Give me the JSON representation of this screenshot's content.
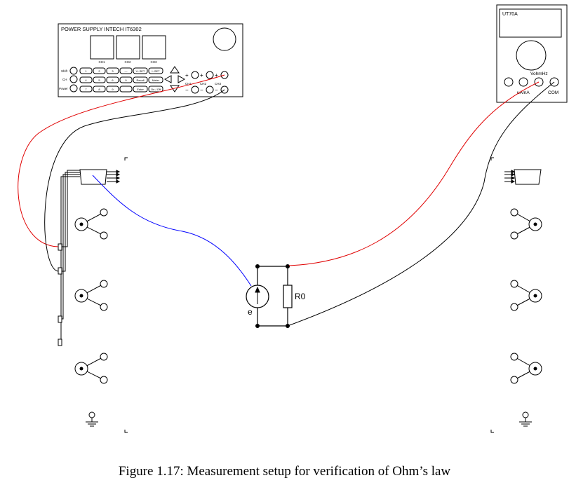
{
  "power_supply": {
    "title": "POWER SUPPLY INTECH IT6302",
    "display_labels": [
      "CH1",
      "CH2",
      "CH3"
    ],
    "side_labels": [
      "Shift",
      "CH",
      "Power"
    ],
    "keypad": [
      "1",
      "2",
      "3",
      "—",
      "4",
      "5",
      "6",
      "0",
      "7",
      "8",
      "9",
      "."
    ],
    "function_keys": [
      "V−SET",
      "I−SET",
      "Recall",
      "Meter",
      "Enter",
      "On / Off"
    ],
    "terminal_labels": [
      "CH1",
      "CH2",
      "CH3"
    ],
    "plus_sign": "+",
    "minus_sign": "−"
  },
  "multimeter": {
    "title": "UT70A",
    "terminal_labels": [
      "VohmHz",
      "uAmA",
      "COM"
    ]
  },
  "circuit": {
    "source_label": "e",
    "resistor_label": "R0"
  },
  "wire_colors": {
    "positive": "#e00000",
    "negative": "#000000",
    "signal": "#0000ff"
  },
  "caption": "Figure 1.17: Measurement setup for verification of Ohm’s law"
}
